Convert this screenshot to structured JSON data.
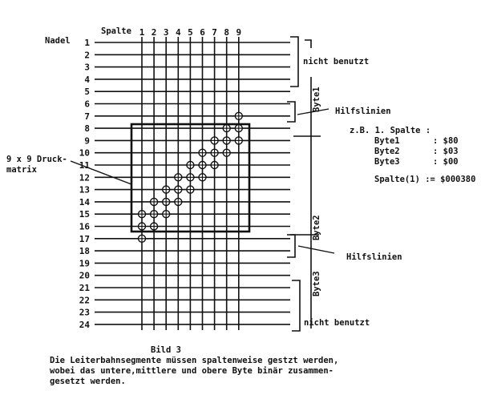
{
  "labels": {
    "spalte": "Spalte",
    "nadel": "Nadel",
    "matrix": "9 x 9 Druck-\nmatrix",
    "unused_top": "nicht benutzt",
    "unused_bottom": "nicht benutzt",
    "helper_top": "Hilfslinien",
    "helper_bottom": "Hilfslinien",
    "byte1": "Byte1",
    "byte2": "Byte2",
    "byte3": "Byte3"
  },
  "columns": [
    "1",
    "2",
    "3",
    "4",
    "5",
    "6",
    "7",
    "8",
    "9"
  ],
  "rows": [
    "1",
    "2",
    "3",
    "4",
    "5",
    "6",
    "7",
    "8",
    "9",
    "10",
    "11",
    "12",
    "13",
    "14",
    "15",
    "16",
    "17",
    "18",
    "19",
    "20",
    "21",
    "22",
    "23",
    "24"
  ],
  "dots": [
    {
      "col": 1,
      "rows": [
        15,
        16,
        17
      ]
    },
    {
      "col": 2,
      "rows": [
        14,
        15,
        16
      ]
    },
    {
      "col": 3,
      "rows": [
        13,
        14,
        15
      ]
    },
    {
      "col": 4,
      "rows": [
        12,
        13,
        14
      ]
    },
    {
      "col": 5,
      "rows": [
        11,
        12,
        13
      ]
    },
    {
      "col": 6,
      "rows": [
        10,
        11,
        12
      ]
    },
    {
      "col": 7,
      "rows": [
        9,
        10,
        11
      ]
    },
    {
      "col": 8,
      "rows": [
        8,
        9,
        10
      ]
    },
    {
      "col": 9,
      "rows": [
        7,
        8,
        9
      ]
    }
  ],
  "example": {
    "heading": "z.B. 1. Spalte :",
    "lines": [
      {
        "name": "Byte1",
        "value": ": $80"
      },
      {
        "name": "Byte2",
        "value": ": $03"
      },
      {
        "name": "Byte3",
        "value": ": $00"
      }
    ],
    "result": "Spalte(1) := $000380"
  },
  "caption": {
    "title": "Bild 3",
    "text": "Die Leiterbahnsegmente müssen spaltenweise gestzt werden,\nwobei das untere,mittlere und obere Byte binär zusammen-\ngesetzt werden."
  }
}
